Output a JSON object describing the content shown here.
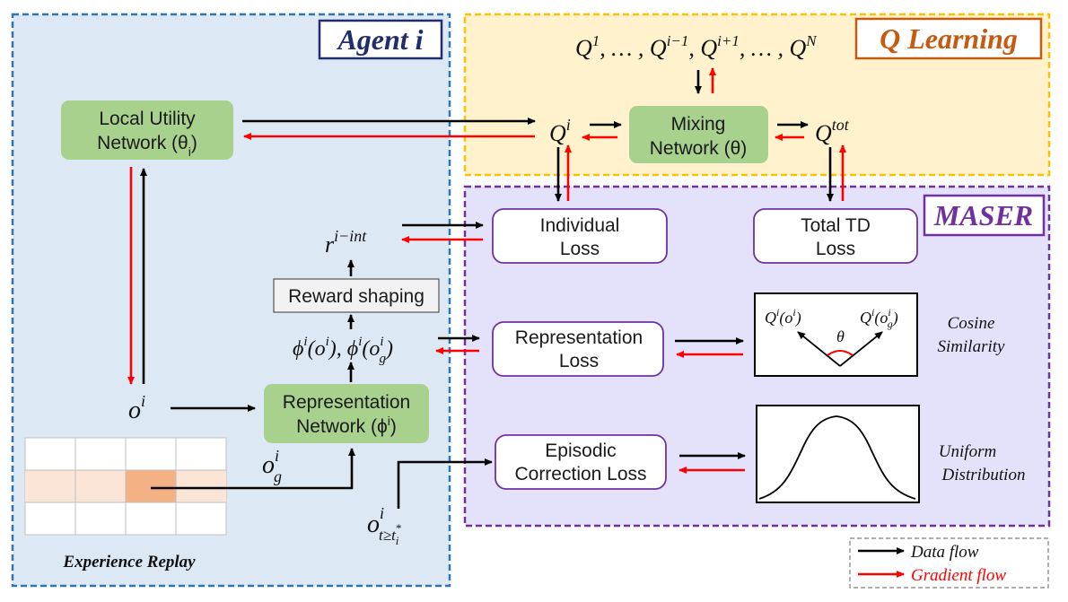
{
  "regions": {
    "agent": "Agent i",
    "q_learning": "Q Learning",
    "maser": "MASER"
  },
  "nodes": {
    "local_utility": [
      "Local Utility",
      "Network (θ",
      "i",
      ")"
    ],
    "mixing": [
      "Mixing",
      "Network (θ)"
    ],
    "individual_loss": [
      "Individual",
      "Loss"
    ],
    "total_td_loss": [
      "Total TD",
      "Loss"
    ],
    "reward_shaping": "Reward shaping",
    "representation_loss": [
      "Representation",
      "Loss"
    ],
    "representation_network": [
      "Representation",
      "Network (ϕ",
      "i",
      ")"
    ],
    "episodic_loss": [
      "Episodic",
      "Correction Loss"
    ]
  },
  "math": {
    "q_others_base": "Q",
    "q_others_sups": [
      "1",
      "i−1",
      "i+1",
      "N"
    ],
    "q_others_sep": ", … , ",
    "q_others_comma": ", ",
    "qi": "Q",
    "qi_sup": "i",
    "qtot": "Q",
    "qtot_sup": "tot",
    "r_int": "r",
    "r_int_sup": "i−int",
    "phi_text": "ϕ",
    "phi_sup": "i",
    "o": "o",
    "o_sup": "i",
    "o_g_sub": "g",
    "o_t_sub": "t≥t",
    "o_t_subsub": "i",
    "o_t_subsup": "*",
    "cos_q": "Q",
    "theta": "θ"
  },
  "notes": {
    "cosine": [
      "Cosine",
      "Similarity"
    ],
    "uniform": [
      "Uniform",
      "Distribution"
    ],
    "replay": "Experience Replay"
  },
  "legend": {
    "data_flow": "Data flow",
    "gradient_flow": "Gradient flow"
  },
  "colors": {
    "agent_fill": "#dde8f5",
    "agent_border": "#2e75b6",
    "q_fill": "#fff2cc",
    "q_border": "#ffc000",
    "maser_fill": "#e4e2fb",
    "maser_border": "#7030a0",
    "green_box": "#a9d18e",
    "data_arrow": "#000000",
    "grad_arrow": "#ff0000",
    "replay_row": "#fbe5d6",
    "replay_hot": "#f4b183"
  }
}
